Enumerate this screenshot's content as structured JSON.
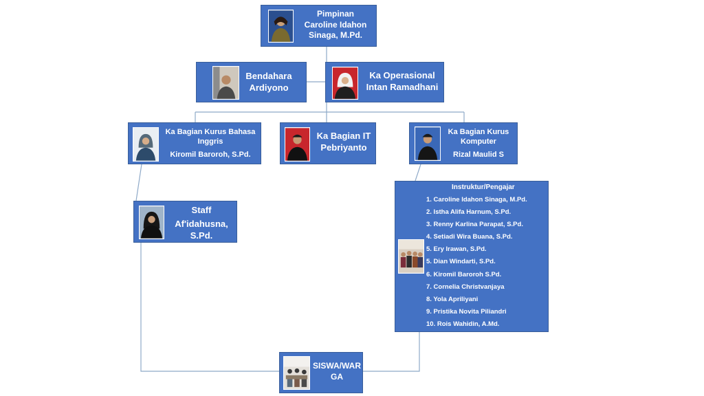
{
  "org_chart": {
    "nodes": {
      "pimpinan": {
        "role": "Pimpinan",
        "name": "Caroline Idahon Sinaga, M.Pd.",
        "name_lines": [
          "Caroline Idahon",
          "Sinaga, M.Pd."
        ]
      },
      "bendahara": {
        "role": "Bendahara",
        "name": "Ardiyono"
      },
      "ka_operasional": {
        "role": "Ka Operasional",
        "name": "Intan Ramadhani"
      },
      "ka_bahasa_inggris": {
        "role": "Ka Bagian Kurus Bahasa Inggris",
        "role_lines": [
          "Ka Bagian Kurus Bahasa",
          "Inggris"
        ],
        "name": "Kiromil Baroroh, S.Pd."
      },
      "ka_it": {
        "role": "Ka Bagian IT",
        "name": "Pebriyanto"
      },
      "ka_komputer": {
        "role": "Ka Bagian Kurus Komputer",
        "role_lines": [
          "Ka Bagian Kurus",
          "Komputer"
        ],
        "name": "Rizal Maulid S"
      },
      "staff": {
        "role": "Staff",
        "name": "Af'idahusna, S.Pd.",
        "name_lines": [
          "Af'idahusna,",
          "S.Pd."
        ]
      },
      "instruktur": {
        "title": "Instruktur/Pengajar",
        "members": [
          "1. Caroline Idahon Sinaga, M.Pd.",
          "2. Istha Alifa Harnum, S.Pd.",
          "3. Renny Karlina Parapat, S.Pd.",
          "4. Setiadi Wira Buana, S.Pd.",
          "5. Ery Irawan,  S.Pd.",
          "5. Dian Windarti, S.Pd.",
          "6. Kiromil Baroroh S.Pd.",
          "7. Cornelia Christvanjaya",
          "8. Yola Apriliyani",
          "9. Pristika Novita Piliandri",
          "10. Rois Wahidin, A.Md."
        ]
      },
      "siswa": {
        "label": "SISWA/WARGA",
        "label_lines": [
          "SISWA/WAR",
          "GA"
        ]
      }
    },
    "colors": {
      "box_fill": "#4472c4",
      "box_border": "#385d99",
      "connector": "#8ea9c8",
      "text": "#ffffff"
    }
  }
}
